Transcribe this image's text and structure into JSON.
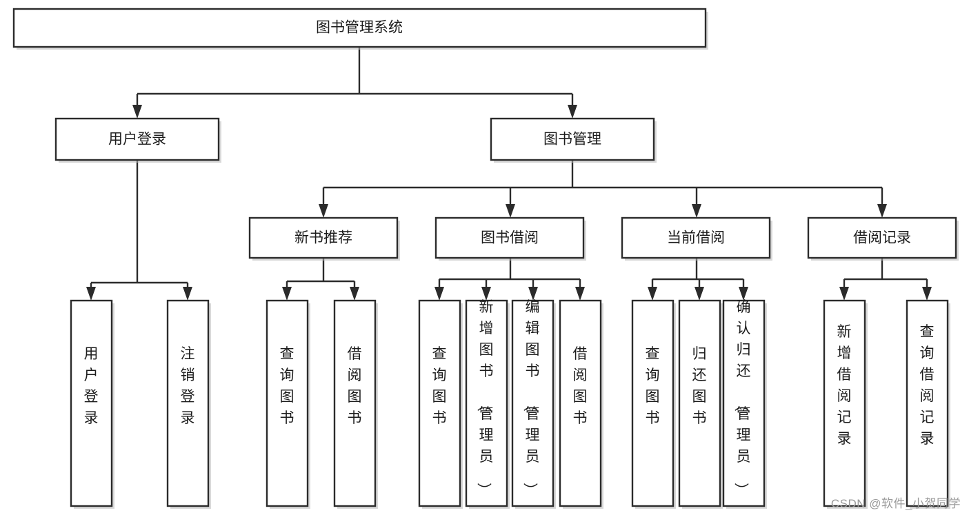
{
  "diagram": {
    "title": "图书管理系统",
    "type": "tree",
    "watermark": "CSDN @软件_小贺同学",
    "colors": {
      "box_stroke": "#2b2b2b",
      "box_fill": "#ffffff",
      "edge": "#2b2b2b",
      "text": "#1c1c1c",
      "watermark": "#9a9a9a",
      "background": "#ffffff"
    },
    "nodes": {
      "root": {
        "label": "图书管理系统"
      },
      "level1": [
        {
          "label": "用户登录"
        },
        {
          "label": "图书管理"
        }
      ],
      "level2": [
        {
          "label": "新书推荐"
        },
        {
          "label": "图书借阅"
        },
        {
          "label": "当前借阅"
        },
        {
          "label": "借阅记录"
        }
      ],
      "leaves": {
        "user_login": [
          {
            "label": "用户登录"
          },
          {
            "label": "注销登录"
          }
        ],
        "new_books": [
          {
            "label": "查询图书"
          },
          {
            "label": "借阅图书"
          }
        ],
        "book_borrow": [
          {
            "label": "查询图书"
          },
          {
            "label": "新增图书（管理员）"
          },
          {
            "label": "编辑图书（管理员）"
          },
          {
            "label": "借阅图书"
          }
        ],
        "current_borrow": [
          {
            "label": "查询图书"
          },
          {
            "label": "归还图书"
          },
          {
            "label": "确认归还（管理员）"
          }
        ],
        "borrow_records": [
          {
            "label": "新增借阅记录"
          },
          {
            "label": "查询借阅记录"
          }
        ]
      }
    }
  }
}
